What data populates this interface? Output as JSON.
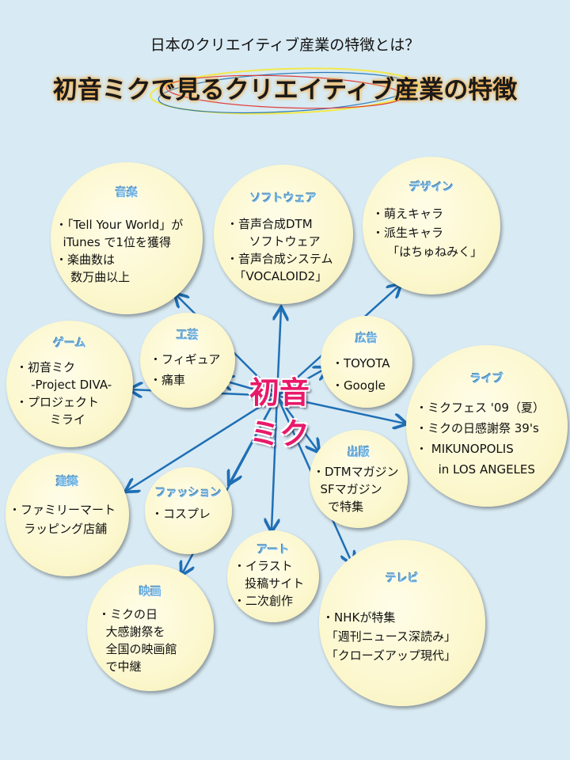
{
  "subtitle": "日本のクリエイティブ産業の特徴とは？",
  "title": "初音ミクで見るクリエイティブ産業の特徴",
  "center": {
    "line1": "初音",
    "line2": "ミク"
  },
  "nodes": {
    "music": {
      "heading": "音楽",
      "body": "・「Tell Your World」が\n  iTunes で1位を獲得\n・楽曲数は\n    数万曲以上"
    },
    "software": {
      "heading": "ソフトウェア",
      "body": "・音声合成DTM\n      ソフトウェア\n・音声合成システム\n  「VOCALOID2」"
    },
    "design": {
      "heading": "デザイン",
      "body": "・萌えキャラ\n・派生キャラ\n    「はちゅねみく」"
    },
    "craft": {
      "heading": "工芸",
      "body": "・フィギュア\n・痛車"
    },
    "ad": {
      "heading": "広告",
      "body": "・TOYOTA\n・Google"
    },
    "game": {
      "heading": "ゲーム",
      "body": "・初音ミク\n    -Project DIVA-\n・プロジェクト\n         ミライ"
    },
    "live": {
      "heading": "ライブ",
      "body": "・ミクフェス '09（夏）\n・ミクの日感謝祭 39's\n・ MIKUNOPOLIS\n      in LOS ANGELES"
    },
    "architecture": {
      "heading": "建築",
      "body": "・ファミリーマート\n    ラッピング店舗"
    },
    "fashion": {
      "heading": "ファッション",
      "body": "・コスプレ"
    },
    "publishing": {
      "heading": "出版",
      "body": "・DTMマガジン\n  SFマガジン\n    で特集"
    },
    "art": {
      "heading": "アート",
      "body": "・イラスト\n   投稿サイト\n・二次創作"
    },
    "movie": {
      "heading": "映画",
      "body": "・ミクの日\n  大感謝祭を\n  全国の映画館\n  で中継"
    },
    "tv": {
      "heading": "テレビ",
      "body": "・NHKが特集\n 「週刊ニュース深読み」\n 「クローズアップ現代」"
    }
  },
  "colors": {
    "background": "#d8eaf3",
    "arrow": "#1f6fb5",
    "center": "#e8196a",
    "circle": "#fbf6c9"
  }
}
